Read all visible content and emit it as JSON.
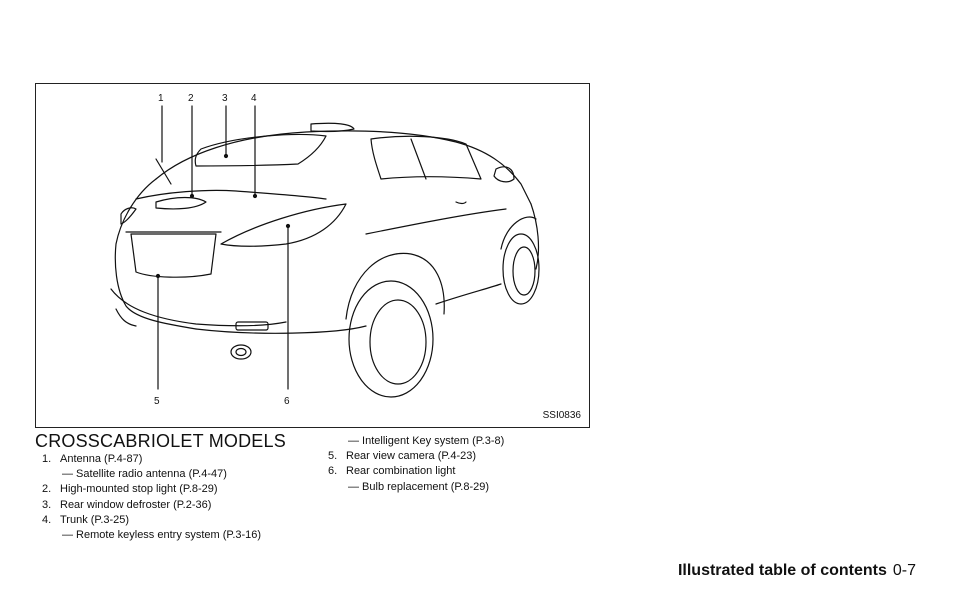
{
  "figure": {
    "code": "SSI0836",
    "callouts": [
      "1",
      "2",
      "3",
      "4",
      "5",
      "6"
    ]
  },
  "heading": "CROSSCABRIOLET MODELS",
  "col1": [
    {
      "type": "item",
      "num": "1.",
      "text": "Antenna (P.4-87)"
    },
    {
      "type": "sub",
      "text": "— Satellite radio antenna (P.4-47)"
    },
    {
      "type": "item",
      "num": "2.",
      "text": "High-mounted stop light (P.8-29)"
    },
    {
      "type": "item",
      "num": "3.",
      "text": "Rear window defroster (P.2-36)"
    },
    {
      "type": "item",
      "num": "4.",
      "text": "Trunk (P.3-25)"
    },
    {
      "type": "sub",
      "text": "— Remote keyless entry system (P.3-16)"
    }
  ],
  "col2": [
    {
      "type": "sub",
      "text": "— Intelligent Key system (P.3-8)"
    },
    {
      "type": "item",
      "num": "5.",
      "text": "Rear view camera (P.4-23)"
    },
    {
      "type": "item",
      "num": "6.",
      "text": "Rear combination light"
    },
    {
      "type": "sub",
      "text": "— Bulb replacement (P.8-29)"
    }
  ],
  "footer": {
    "section": "Illustrated table of contents",
    "page": "0-7"
  }
}
